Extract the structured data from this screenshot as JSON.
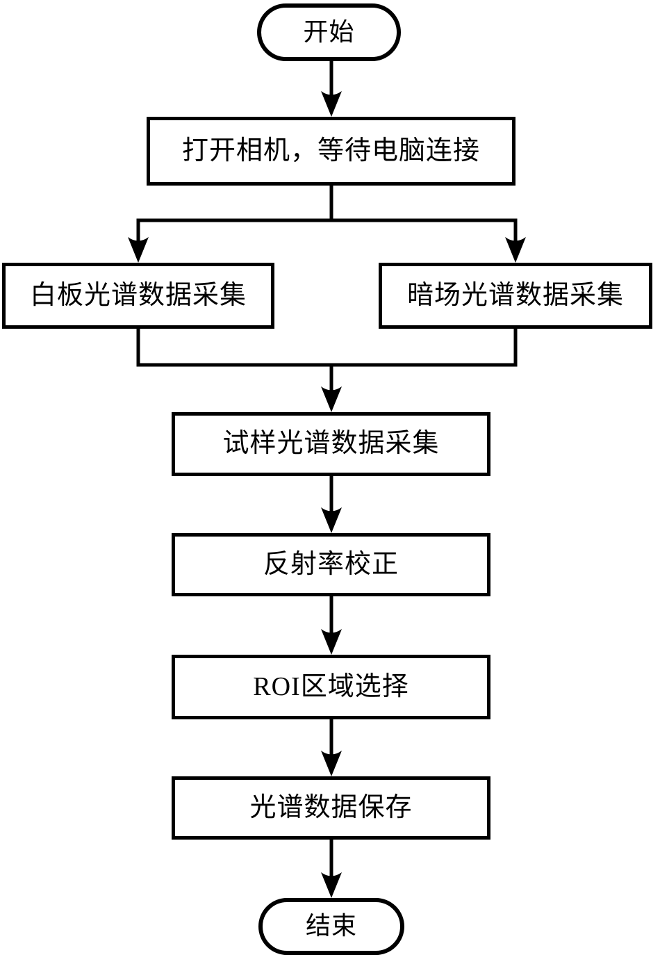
{
  "flowchart": {
    "description": "spectral-data-acquisition-flowchart",
    "nodes": [
      {
        "id": "start",
        "shape": "terminator",
        "label": "开始"
      },
      {
        "id": "open-camera",
        "shape": "process",
        "label": "打开相机，等待电脑连接"
      },
      {
        "id": "white-panel-collect",
        "shape": "process",
        "label": "白板光谱数据采集"
      },
      {
        "id": "dark-field-collect",
        "shape": "process",
        "label": "暗场光谱数据采集"
      },
      {
        "id": "sample-collect",
        "shape": "process",
        "label": "试样光谱数据采集"
      },
      {
        "id": "reflectance-correction",
        "shape": "process",
        "label": "反射率校正"
      },
      {
        "id": "roi-selection",
        "shape": "process",
        "label": "ROI区域选择"
      },
      {
        "id": "save-spectra",
        "shape": "process",
        "label": "光谱数据保存"
      },
      {
        "id": "end",
        "shape": "terminator",
        "label": "结束"
      }
    ],
    "edges": [
      {
        "from": "start",
        "to": "open-camera"
      },
      {
        "from": "open-camera",
        "to": "white-panel-collect"
      },
      {
        "from": "open-camera",
        "to": "dark-field-collect"
      },
      {
        "from": "white-panel-collect",
        "to": "sample-collect"
      },
      {
        "from": "dark-field-collect",
        "to": "sample-collect"
      },
      {
        "from": "sample-collect",
        "to": "reflectance-correction"
      },
      {
        "from": "reflectance-correction",
        "to": "roi-selection"
      },
      {
        "from": "roi-selection",
        "to": "save-spectra"
      },
      {
        "from": "save-spectra",
        "to": "end"
      }
    ],
    "colors": {
      "stroke": "#000000",
      "fill": "#ffffff",
      "text": "#000000",
      "background": "#ffffff"
    }
  }
}
